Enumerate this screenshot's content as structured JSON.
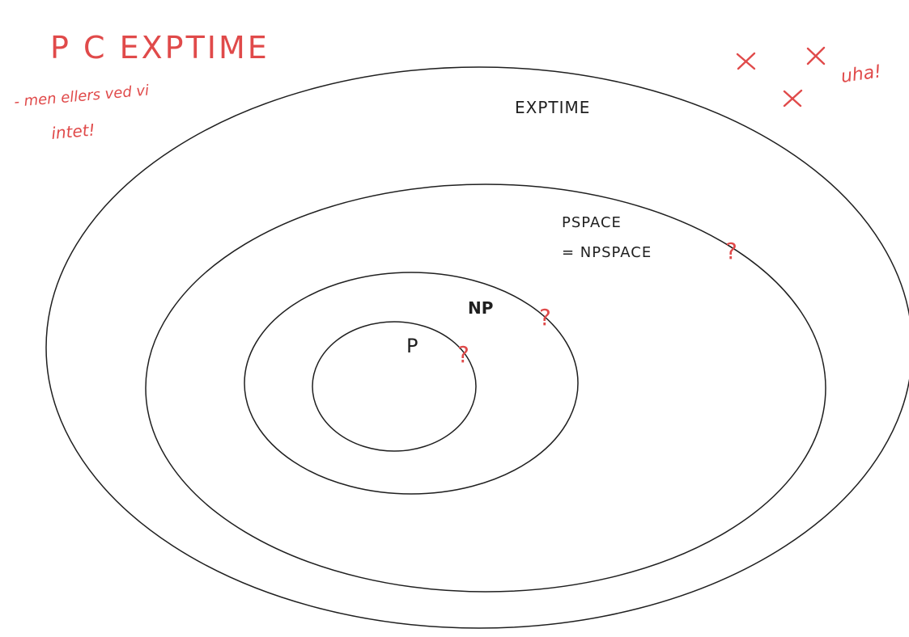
{
  "page": {
    "background": "#ffffff"
  },
  "colors": {
    "outline": "#1f1f1f",
    "red_annotation": "#e04a4a"
  },
  "annotations": {
    "title": "P C EXPTIME",
    "note_line1": "- men ellers ved vi",
    "note_line2": "intet!",
    "exclaim": "uha!",
    "marks": [
      "cross-icon",
      "cross-icon",
      "cross-icon"
    ]
  },
  "diagram": {
    "exptime_label": "EXPTIME",
    "pspace_line1": "PSPACE",
    "pspace_line2": "= NPSPACE",
    "np_label": "NP",
    "p_label": "P",
    "question_mark": "?"
  }
}
